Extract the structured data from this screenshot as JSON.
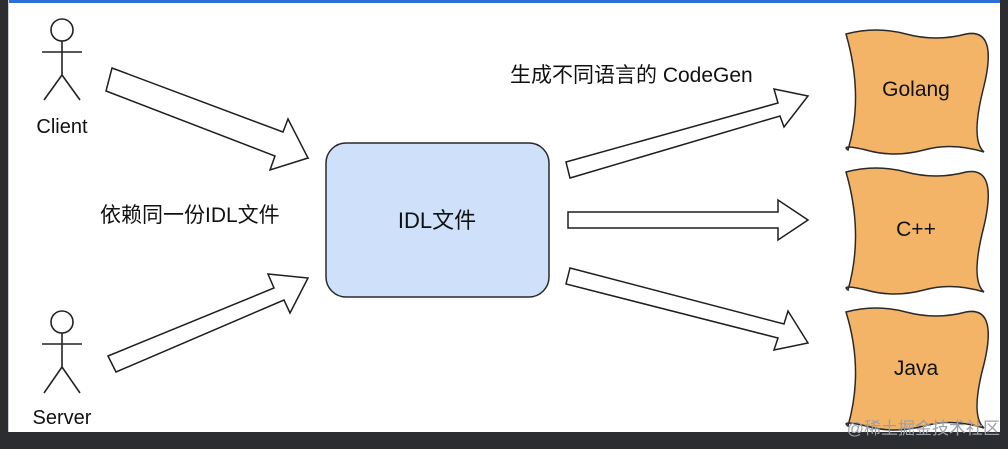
{
  "actors": {
    "client": "Client",
    "server": "Server"
  },
  "center_box": {
    "label": "IDL文件"
  },
  "annotations": {
    "left": "依赖同一份IDL文件",
    "top": "生成不同语言的 CodeGen"
  },
  "outputs": [
    {
      "label": "Golang"
    },
    {
      "label": "C++"
    },
    {
      "label": "Java"
    }
  ],
  "watermark": "@稀土掘金技术社区",
  "colors": {
    "idl_fill": "#cfe0fb",
    "idl_stroke": "#2a2a2a",
    "output_fill": "#f3b468",
    "frame_border": "#2d6fd6",
    "background": "#ffffff"
  }
}
